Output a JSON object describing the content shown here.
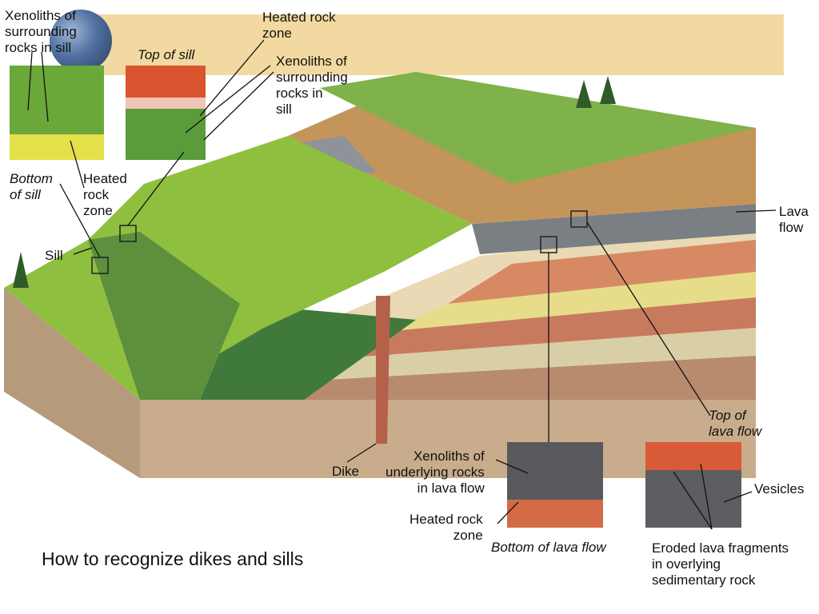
{
  "labels": {
    "xenoliths_sill_tl": "Xenoliths of\nsurrounding\nrocks in sill",
    "top_of_sill": "Top of sill",
    "heated_rock_zone_top": "Heated rock\nzone",
    "xenoliths_sill_r": "Xenoliths of\nsurrounding\nrocks in\nsill",
    "bottom_of_sill": "Bottom\nof sill",
    "heated_rock_zone_l": "Heated\nrock\nzone",
    "sill": "Sill",
    "lava_flow": "Lava\nflow",
    "top_of_lava_flow": "Top of\nlava flow",
    "dike": "Dike",
    "xenoliths_underlying": "Xenoliths of\nunderlying rocks\nin lava flow",
    "heated_rock_zone_b": "Heated rock\nzone",
    "bottom_of_lava_flow": "Bottom of lava flow",
    "vesicles": "Vesicles",
    "eroded_lava": "Eroded lava fragments\nin overlying\nsedimentary rock"
  },
  "caption": "How to recognize dikes and sills"
}
